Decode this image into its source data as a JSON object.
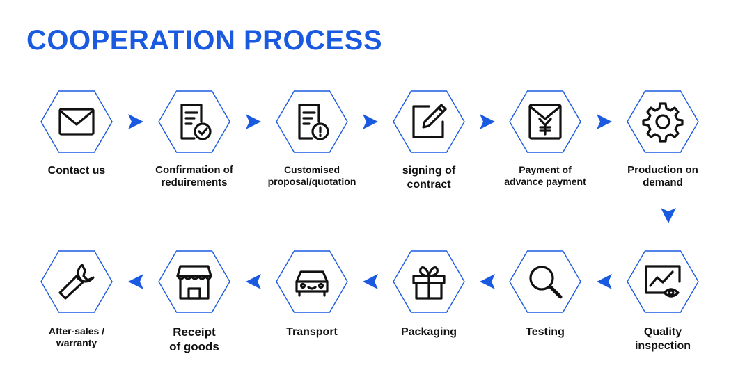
{
  "title": "COOPERATION PROCESS",
  "colors": {
    "accent": "#1a5ae0",
    "icon": "#111111",
    "arrow": "#1a5ae0"
  },
  "steps": [
    {
      "label": "Contact us",
      "icon": "envelope-icon"
    },
    {
      "label": "Confirmation of\nreduirements",
      "icon": "document-check-icon"
    },
    {
      "label": "Customised\nproposal/quotation",
      "icon": "document-alert-icon"
    },
    {
      "label": "signing of\ncontract",
      "icon": "sign-pen-icon"
    },
    {
      "label": "Payment of\nadvance payment",
      "icon": "yen-envelope-icon"
    },
    {
      "label": "Production on\ndemand",
      "icon": "gear-icon"
    },
    {
      "label": "Quality\ninspection",
      "icon": "monitor-eye-icon"
    },
    {
      "label": "Testing",
      "icon": "magnifier-icon"
    },
    {
      "label": "Packaging",
      "icon": "gift-box-icon"
    },
    {
      "label": "Transport",
      "icon": "car-icon"
    },
    {
      "label": "Receipt\nof goods",
      "icon": "storefront-icon"
    },
    {
      "label": "After-sales /\nwarranty",
      "icon": "wrench-icon"
    }
  ]
}
